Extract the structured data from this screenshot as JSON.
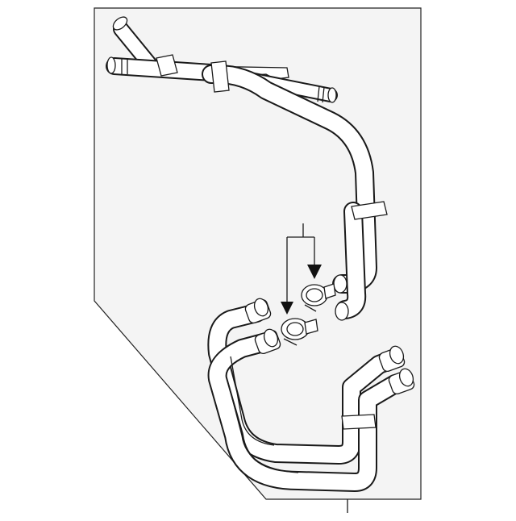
{
  "diagram": {
    "style": "exploded parts line drawing",
    "background_color": "#ffffff",
    "panel_color": "#f4f4f4",
    "line_color": "#1a1a1a",
    "parts": [
      {
        "name": "upper-heater-tube-assembly"
      },
      {
        "name": "clamp-upper"
      },
      {
        "name": "clamp-lower"
      },
      {
        "name": "lower-heater-hose-assembly"
      }
    ],
    "callouts": [
      {
        "name": "clamp-leader-bracket",
        "targets": 2
      },
      {
        "name": "assembly-leader-line",
        "targets": 1
      }
    ]
  }
}
